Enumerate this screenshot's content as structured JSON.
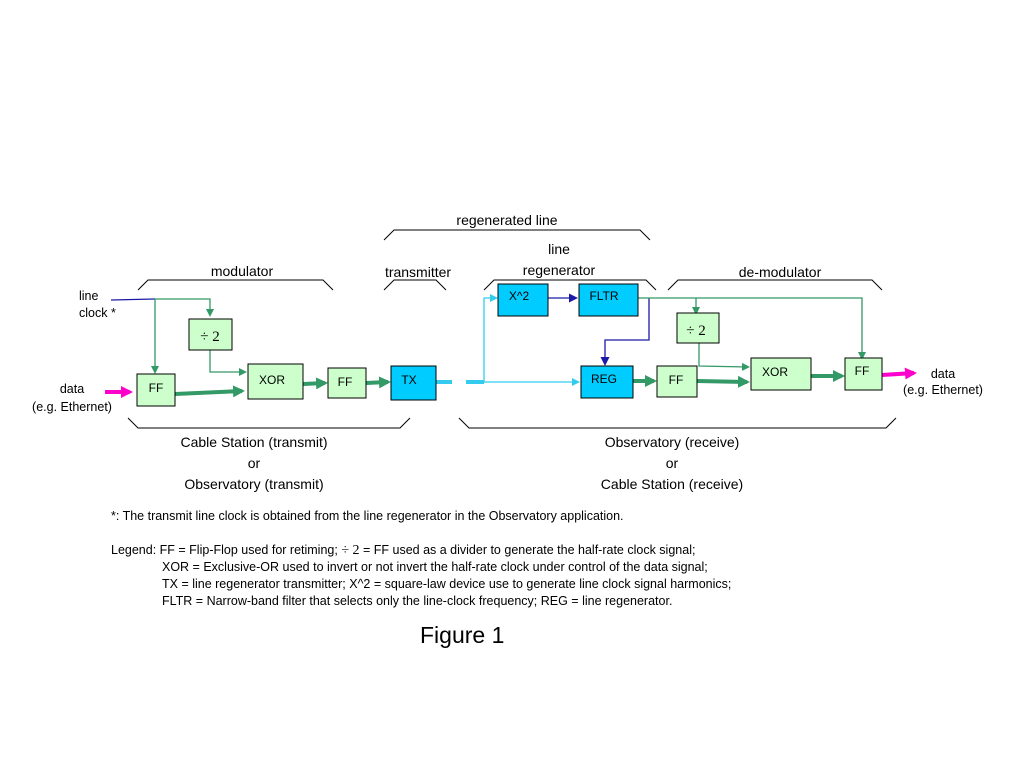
{
  "braces": {
    "regenerated_line": "regenerated line",
    "line_regenerator": [
      "line",
      "regenerator"
    ],
    "modulator": "modulator",
    "transmitter": "transmitter",
    "demodulator": "de-modulator"
  },
  "inputs": {
    "line_clock": [
      "line",
      "clock *"
    ],
    "data_in": [
      "data",
      "(e.g. Ethernet)"
    ],
    "data_out": [
      "data",
      "(e.g. Ethernet)"
    ]
  },
  "blocks": {
    "ff_in": "FF",
    "div_tx": "÷ 2",
    "xor_tx": "XOR",
    "ff_tx": "FF",
    "tx": "TX",
    "x2": "X^2",
    "fltr": "FLTR",
    "reg": "REG",
    "ff_rx": "FF",
    "div_rx": "÷ 2",
    "xor_rx": "XOR",
    "ff_out": "FF"
  },
  "sections": {
    "left": [
      "Cable Station (transmit)",
      "or",
      "Observatory (transmit)"
    ],
    "right": [
      "Observatory (receive)",
      "or",
      "Cable Station (receive)"
    ]
  },
  "footnote": "*: The transmit line clock is obtained from the line regenerator in the Observatory application.",
  "legend": {
    "line1_a": "Legend: FF = Flip-Flop used for retiming; ",
    "line1_div": "÷ 2",
    "line1_b": " = FF used as a divider to generate the half-rate clock signal;",
    "line2": "XOR = Exclusive-OR used to invert or not invert the half-rate clock under control of the data signal;",
    "line3": "TX = line regenerator transmitter; X^2 = square-law device use to generate line clock signal harmonics;",
    "line4": "FLTR = Narrow-band filter that selects only the line-clock frequency; REG = line regenerator."
  },
  "figure_label": "Figure 1",
  "colors": {
    "green_box": "#ccffcc",
    "blue_box": "#00ccff",
    "data_path": "#339966",
    "line_signal": "#33ccee",
    "clock_line": "#1a1aa6",
    "data_arrow": "#ff00cc"
  }
}
